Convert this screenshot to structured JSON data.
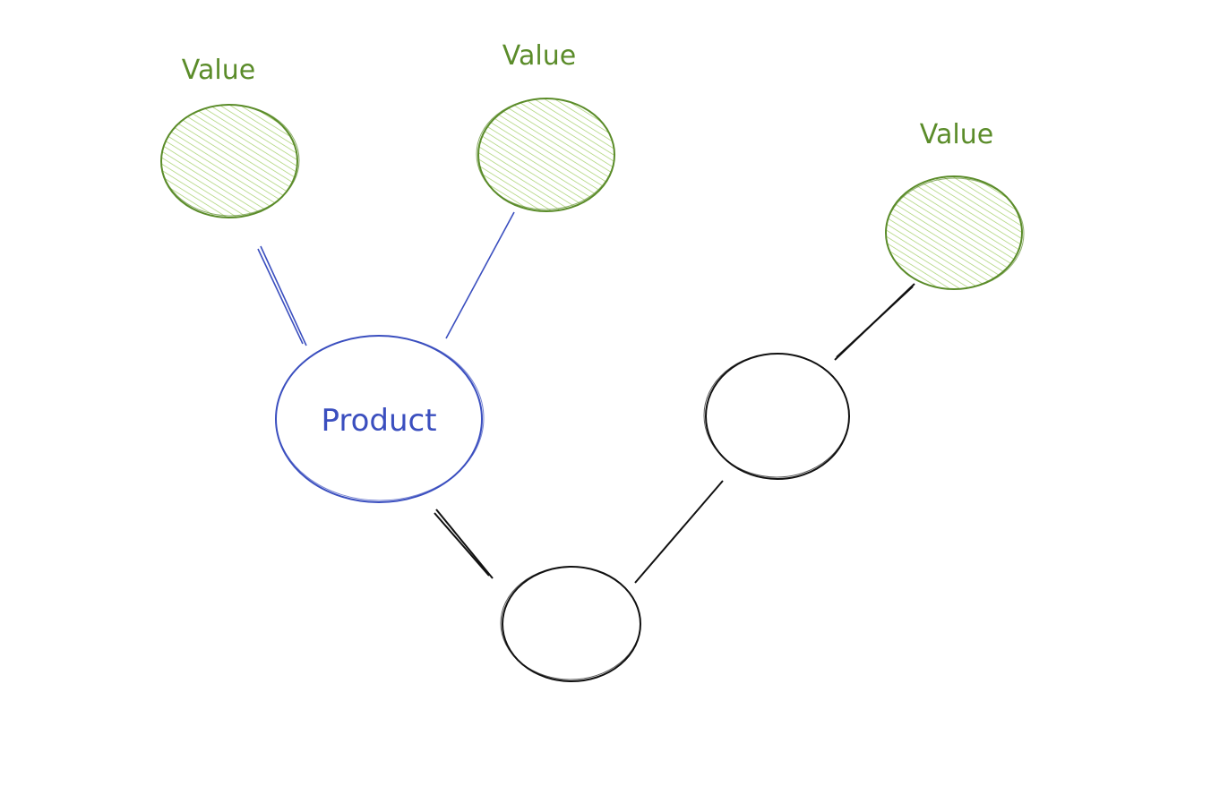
{
  "diagram": {
    "colors": {
      "value": "#5b8c2a",
      "value_fill": "#a5cf6a",
      "product": "#3b4fbf",
      "neutral": "#111111",
      "background": "#ffffff"
    },
    "value_nodes": [
      {
        "label": "Value"
      },
      {
        "label": "Value"
      },
      {
        "label": "Value"
      }
    ],
    "product_node": {
      "label": "Product"
    },
    "neutral_nodes": [
      {
        "label": ""
      },
      {
        "label": ""
      }
    ]
  }
}
